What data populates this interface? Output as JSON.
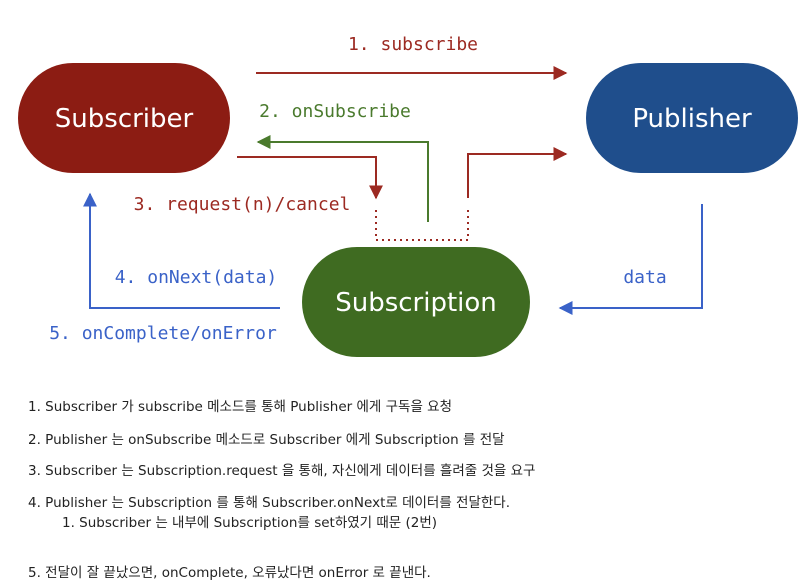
{
  "diagram": {
    "nodes": {
      "subscriber": "Subscriber",
      "publisher": "Publisher",
      "subscription": "Subscription"
    },
    "labels": {
      "subscribe": "1. subscribe",
      "on_subscribe": "2. onSubscribe",
      "request_cancel": "3. request(n)/cancel",
      "on_next": "4. onNext(data)",
      "on_complete_error": "5. onComplete/onError",
      "data": "data"
    },
    "colors": {
      "subscriber": "#8c1c13",
      "publisher": "#1f4e8c",
      "subscription": "#3f6b21",
      "red_arrow": "#9c2a22",
      "green_arrow": "#4a7a2d",
      "blue_arrow": "#3a62c8"
    }
  },
  "notes": [
    "1. Subscriber 가 subscribe 메소드를 통해 Publisher 에게 구독을 요청",
    "2. Publisher 는 onSubscribe 메소드로 Subscriber 에게 Subscription 를 전달",
    "3. Subscriber 는 Subscription.request 을 통해, 자신에게 데이터를 흘려줄 것을 요구",
    "4. Publisher 는 Subscription 를 통해 Subscriber.onNext로 데이터를 전달한다.",
    "1. Subscriber 는 내부에 Subscription를 set하였기 때문 (2번)",
    "5. 전달이 잘 끝났으면, onComplete, 오류났다면 onError 로 끝낸다."
  ]
}
